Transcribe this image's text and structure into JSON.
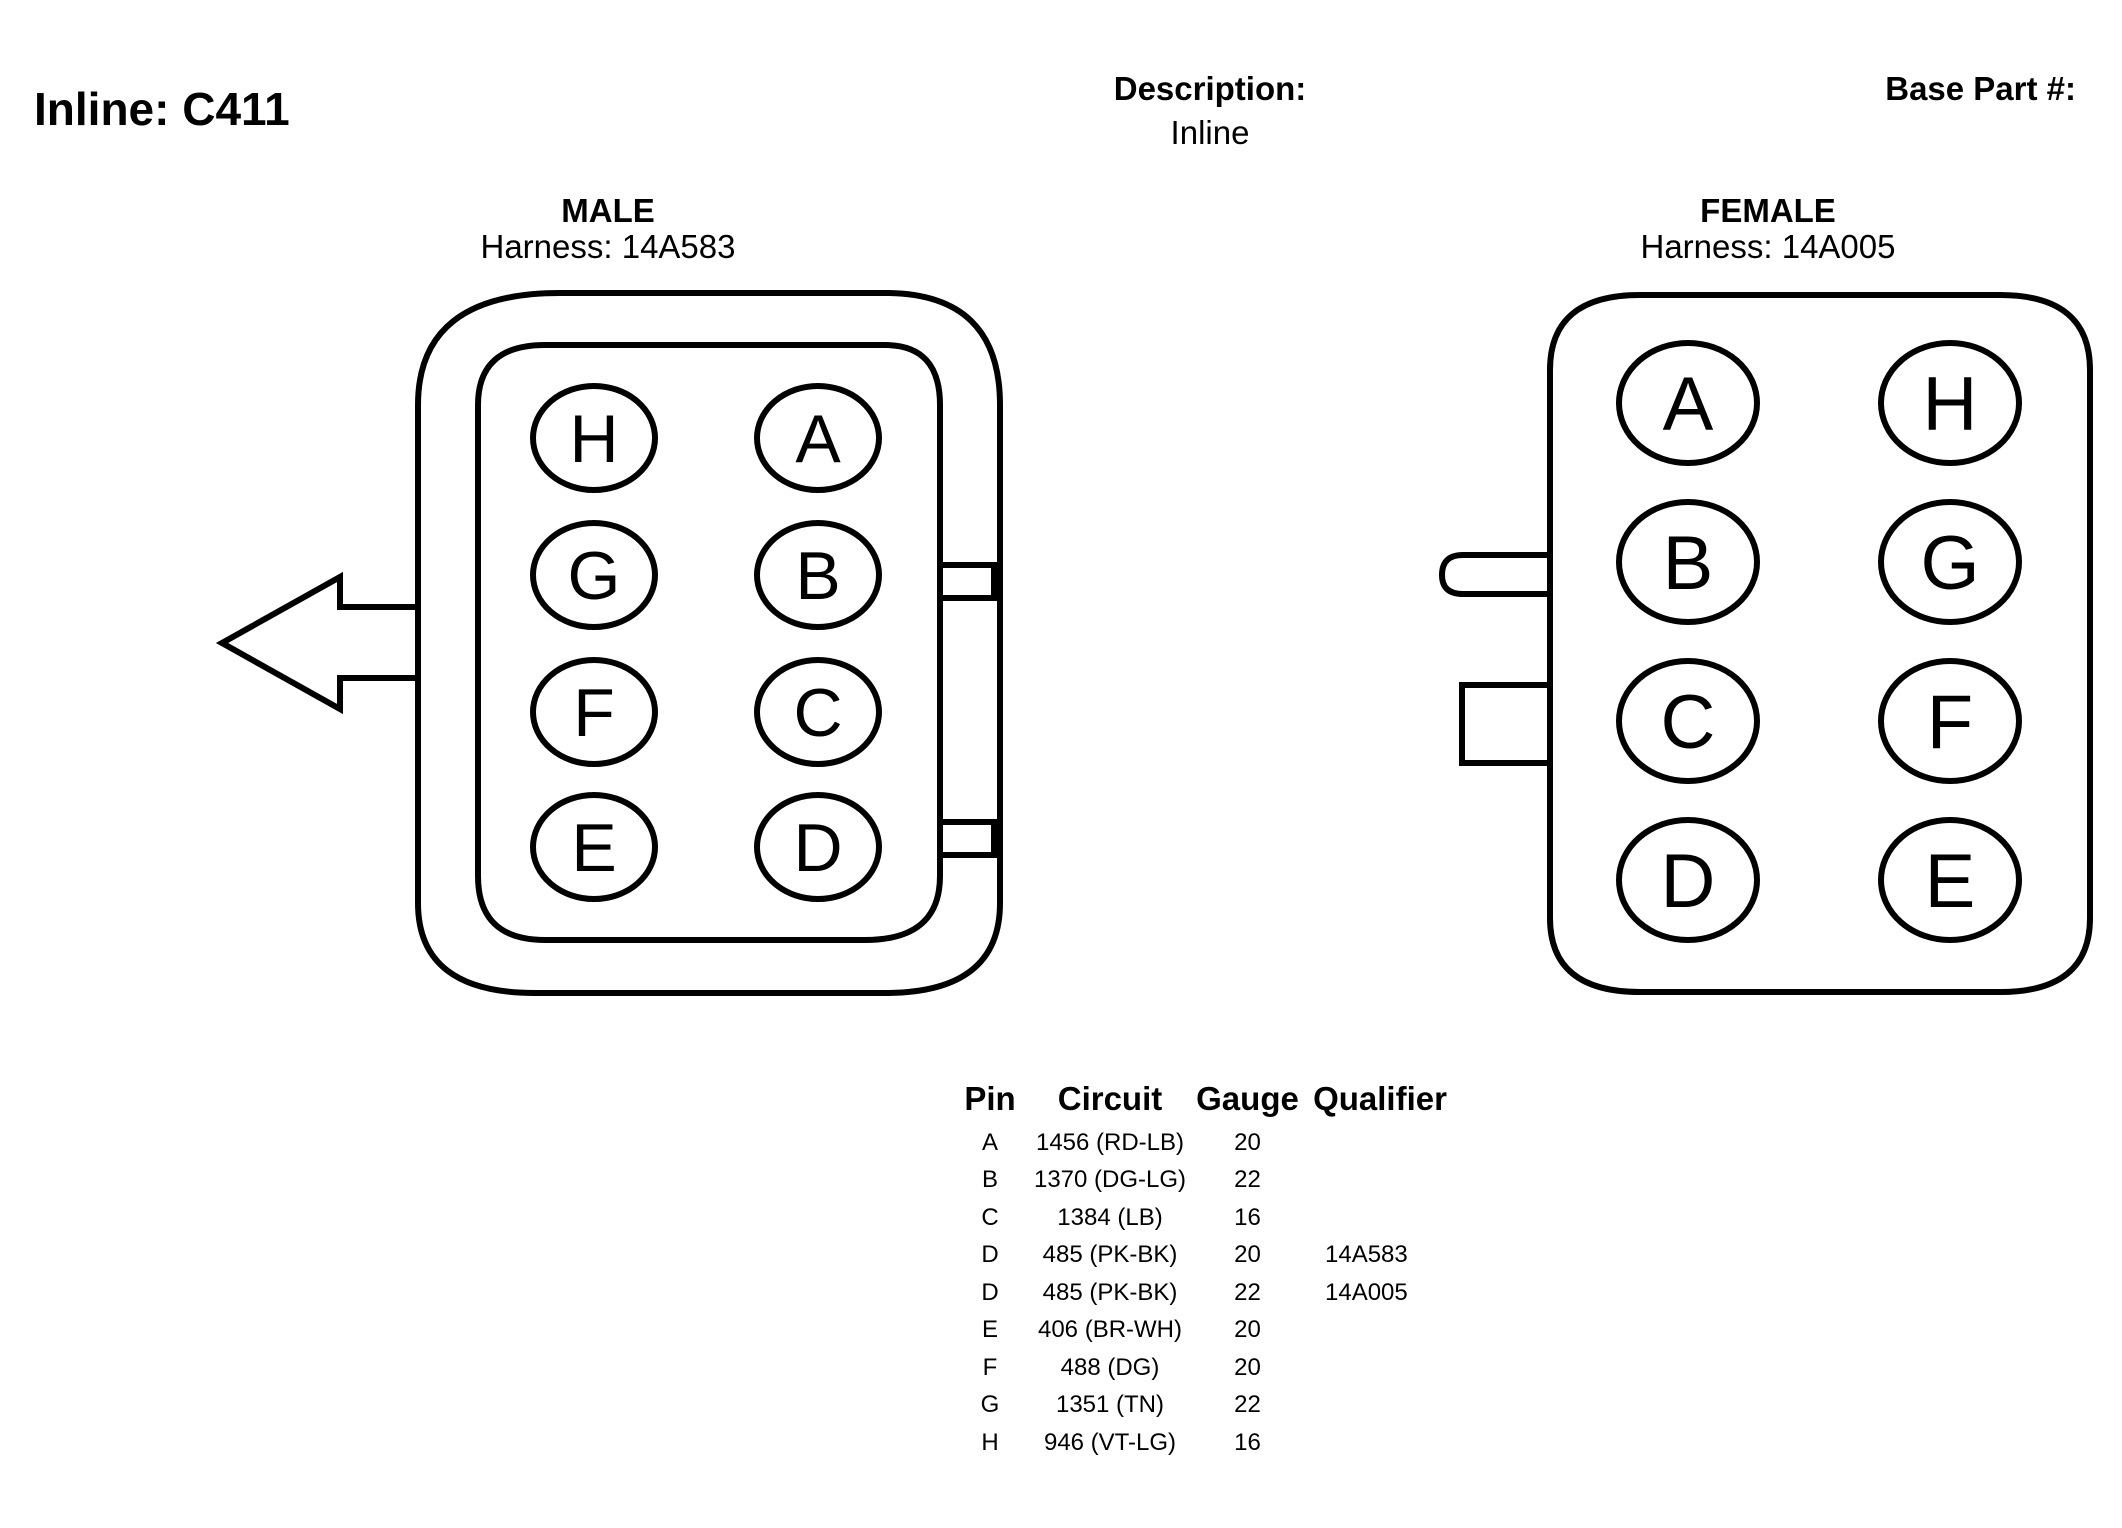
{
  "header": {
    "title": "Inline: C411",
    "description_label": "Description:",
    "description_value": "Inline",
    "base_part_label": "Base Part #:"
  },
  "male": {
    "gender": "MALE",
    "harness": "Harness: 14A583",
    "pins": {
      "H": "H",
      "A": "A",
      "G": "G",
      "B": "B",
      "F": "F",
      "C": "C",
      "E": "E",
      "D": "D"
    }
  },
  "female": {
    "gender": "FEMALE",
    "harness": "Harness: 14A005",
    "pins": {
      "A": "A",
      "H": "H",
      "B": "B",
      "G": "G",
      "C": "C",
      "F": "F",
      "D": "D",
      "E": "E"
    }
  },
  "table": {
    "headers": [
      "Pin",
      "Circuit",
      "Gauge",
      "Qualifier"
    ],
    "rows": [
      [
        "A",
        "1456 (RD-LB)",
        "20",
        ""
      ],
      [
        "B",
        "1370 (DG-LG)",
        "22",
        ""
      ],
      [
        "C",
        "1384 (LB)",
        "16",
        ""
      ],
      [
        "D",
        "485 (PK-BK)",
        "20",
        "14A583"
      ],
      [
        "D",
        "485 (PK-BK)",
        "22",
        "14A005"
      ],
      [
        "E",
        "406 (BR-WH)",
        "20",
        ""
      ],
      [
        "F",
        "488 (DG)",
        "20",
        ""
      ],
      [
        "G",
        "1351 (TN)",
        "22",
        ""
      ],
      [
        "H",
        "946 (VT-LG)",
        "16",
        ""
      ]
    ]
  }
}
